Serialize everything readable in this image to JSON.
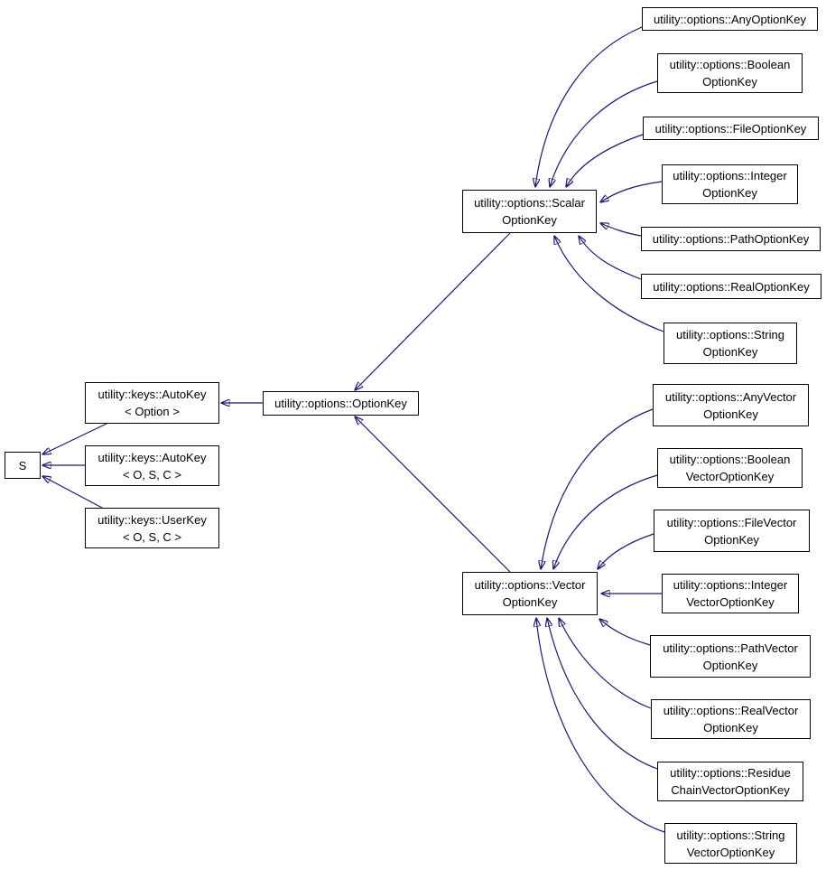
{
  "diagram": {
    "kind": "class-inheritance-graph",
    "colors": {
      "background": "#ffffff",
      "node_fill": "#ffffff",
      "node_border": "#000000",
      "node_text": "#000000",
      "arrow": "#191970"
    },
    "nodes": {
      "s": {
        "lines": [
          "S"
        ]
      },
      "autokey_option": {
        "lines": [
          "utility::keys::AutoKey",
          "< Option >"
        ]
      },
      "autokey_osc": {
        "lines": [
          "utility::keys::AutoKey",
          "< O, S, C >"
        ]
      },
      "userkey_osc": {
        "lines": [
          "utility::keys::UserKey",
          "< O, S, C >"
        ]
      },
      "optionkey": {
        "lines": [
          "utility::options::OptionKey"
        ]
      },
      "scalar_optionkey": {
        "lines": [
          "utility::options::Scalar",
          "OptionKey"
        ]
      },
      "vector_optionkey": {
        "lines": [
          "utility::options::Vector",
          "OptionKey"
        ]
      },
      "any_optionkey": {
        "lines": [
          "utility::options::AnyOptionKey"
        ]
      },
      "boolean_optionkey": {
        "lines": [
          "utility::options::Boolean",
          "OptionKey"
        ]
      },
      "file_optionkey": {
        "lines": [
          "utility::options::FileOptionKey"
        ]
      },
      "integer_optionkey": {
        "lines": [
          "utility::options::Integer",
          "OptionKey"
        ]
      },
      "path_optionkey": {
        "lines": [
          "utility::options::PathOptionKey"
        ]
      },
      "real_optionkey": {
        "lines": [
          "utility::options::RealOptionKey"
        ]
      },
      "string_optionkey": {
        "lines": [
          "utility::options::String",
          "OptionKey"
        ]
      },
      "anyvector_optionkey": {
        "lines": [
          "utility::options::AnyVector",
          "OptionKey"
        ]
      },
      "booleanvector_optionkey": {
        "lines": [
          "utility::options::Boolean",
          "VectorOptionKey"
        ]
      },
      "filevector_optionkey": {
        "lines": [
          "utility::options::FileVector",
          "OptionKey"
        ]
      },
      "integervector_optionkey": {
        "lines": [
          "utility::options::Integer",
          "VectorOptionKey"
        ]
      },
      "pathvector_optionkey": {
        "lines": [
          "utility::options::PathVector",
          "OptionKey"
        ]
      },
      "realvector_optionkey": {
        "lines": [
          "utility::options::RealVector",
          "OptionKey"
        ]
      },
      "residuechainvector_optionkey": {
        "lines": [
          "utility::options::Residue",
          "ChainVectorOptionKey"
        ]
      },
      "stringvector_optionkey": {
        "lines": [
          "utility::options::String",
          "VectorOptionKey"
        ]
      }
    },
    "edges": [
      {
        "from": "autokey_option",
        "to": "s",
        "relation": "inherits"
      },
      {
        "from": "autokey_osc",
        "to": "s",
        "relation": "inherits"
      },
      {
        "from": "userkey_osc",
        "to": "s",
        "relation": "inherits"
      },
      {
        "from": "optionkey",
        "to": "autokey_option",
        "relation": "inherits"
      },
      {
        "from": "scalar_optionkey",
        "to": "optionkey",
        "relation": "inherits"
      },
      {
        "from": "vector_optionkey",
        "to": "optionkey",
        "relation": "inherits"
      },
      {
        "from": "any_optionkey",
        "to": "scalar_optionkey",
        "relation": "inherits"
      },
      {
        "from": "boolean_optionkey",
        "to": "scalar_optionkey",
        "relation": "inherits"
      },
      {
        "from": "file_optionkey",
        "to": "scalar_optionkey",
        "relation": "inherits"
      },
      {
        "from": "integer_optionkey",
        "to": "scalar_optionkey",
        "relation": "inherits"
      },
      {
        "from": "path_optionkey",
        "to": "scalar_optionkey",
        "relation": "inherits"
      },
      {
        "from": "real_optionkey",
        "to": "scalar_optionkey",
        "relation": "inherits"
      },
      {
        "from": "string_optionkey",
        "to": "scalar_optionkey",
        "relation": "inherits"
      },
      {
        "from": "anyvector_optionkey",
        "to": "vector_optionkey",
        "relation": "inherits"
      },
      {
        "from": "booleanvector_optionkey",
        "to": "vector_optionkey",
        "relation": "inherits"
      },
      {
        "from": "filevector_optionkey",
        "to": "vector_optionkey",
        "relation": "inherits"
      },
      {
        "from": "integervector_optionkey",
        "to": "vector_optionkey",
        "relation": "inherits"
      },
      {
        "from": "pathvector_optionkey",
        "to": "vector_optionkey",
        "relation": "inherits"
      },
      {
        "from": "realvector_optionkey",
        "to": "vector_optionkey",
        "relation": "inherits"
      },
      {
        "from": "residuechainvector_optionkey",
        "to": "vector_optionkey",
        "relation": "inherits"
      },
      {
        "from": "stringvector_optionkey",
        "to": "vector_optionkey",
        "relation": "inherits"
      }
    ]
  }
}
